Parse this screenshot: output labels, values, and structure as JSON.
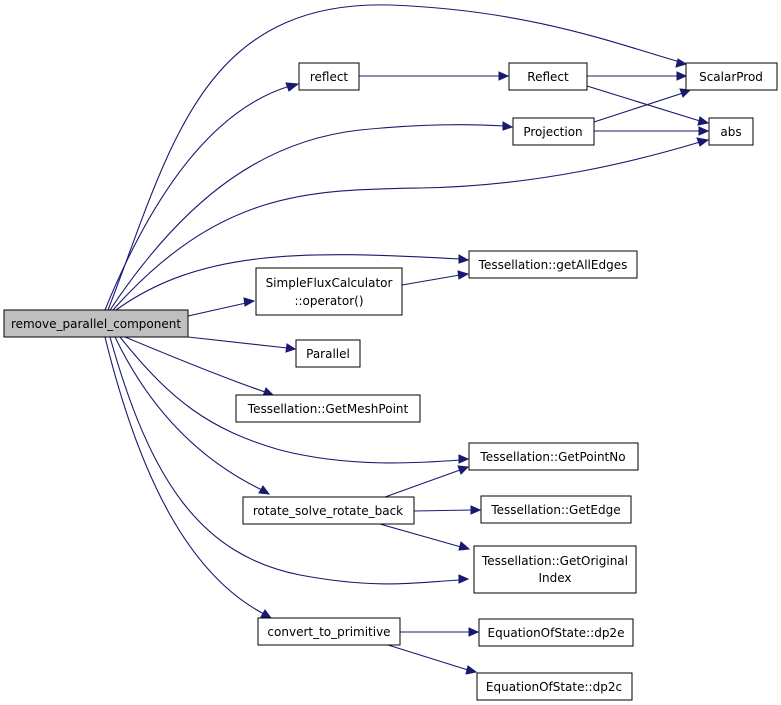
{
  "nodes": {
    "remove_parallel_component": "remove_parallel_component",
    "reflect": "reflect",
    "Reflect": "Reflect",
    "ScalarProd": "ScalarProd",
    "Projection": "Projection",
    "abs": "abs",
    "Tessellation_getAllEdges": "Tessellation::getAllEdges",
    "SimpleFluxCalculator_line1": "SimpleFluxCalculator",
    "SimpleFluxCalculator_line2": "::operator()",
    "Parallel": "Parallel",
    "Tessellation_GetMeshPoint": "Tessellation::GetMeshPoint",
    "Tessellation_GetPointNo": "Tessellation::GetPointNo",
    "rotate_solve_rotate_back": "rotate_solve_rotate_back",
    "Tessellation_GetEdge": "Tessellation::GetEdge",
    "Tessellation_GetOriginal_line1": "Tessellation::GetOriginal",
    "Tessellation_GetOriginal_line2": "Index",
    "convert_to_primitive": "convert_to_primitive",
    "EquationOfState_dp2e": "EquationOfState::dp2e",
    "EquationOfState_dp2c": "EquationOfState::dp2c"
  },
  "colors": {
    "edge": "#191970",
    "root_fill": "#bfbfbf",
    "node_fill": "#ffffff",
    "node_stroke": "#000000"
  }
}
